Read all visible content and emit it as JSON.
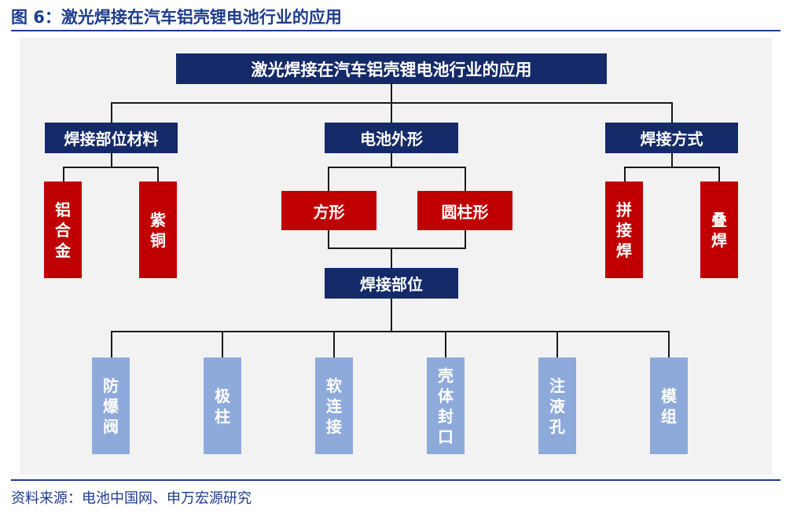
{
  "figure": {
    "title": "图 6：激光焊接在汽车铝壳锂电池行业的应用",
    "source": "资料来源：电池中国网、申万宏源研究"
  },
  "diagram": {
    "root": "激光焊接在汽车铝壳锂电池行业的应用",
    "categories": {
      "material": {
        "label": "焊接部位材料",
        "children": [
          "铝合金",
          "紫铜"
        ]
      },
      "shape": {
        "label": "电池外形",
        "children": [
          "方形",
          "圆柱形"
        ],
        "sub": {
          "label": "焊接部位",
          "children": [
            "防爆阀",
            "极柱",
            "软连接",
            "壳体封口",
            "注液孔",
            "模组"
          ]
        }
      },
      "method": {
        "label": "焊接方式",
        "children": [
          "拼接焊",
          "叠焊"
        ]
      }
    }
  },
  "colors": {
    "title_text": "#1f3c8c",
    "navy_box": "#152a68",
    "red_box": "#c00000",
    "light_blue_box": "#8eaadb",
    "panel_bg": "#f2f2f2",
    "connector": "#1a1a1a"
  }
}
